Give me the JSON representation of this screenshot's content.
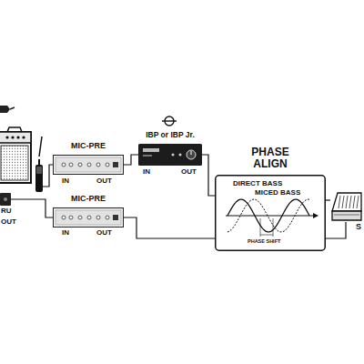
{
  "diagram": {
    "nodes": [
      {
        "text": [
          "RU",
          "OUT"
        ]
      },
      {
        "text": [
          "MIC-PRE",
          "IN",
          "OUT"
        ]
      },
      {
        "text": [
          "IBP or IBP Jr.",
          "IN",
          "OUT"
        ]
      },
      {
        "text": [
          "MIC-PRE",
          "IN",
          "OUT"
        ]
      },
      {
        "text": [
          "PHASE ALIGN",
          "DIRECT BASS",
          "MICED BASS",
          "PHASE SHIFT"
        ]
      },
      {
        "text": [
          "S"
        ]
      }
    ],
    "edges": [
      {
        "from": 0,
        "to": 3,
        "arrow": "none"
      },
      {
        "from": 1,
        "to": 2,
        "arrow": "none"
      },
      {
        "from": 2,
        "to": 4,
        "arrow": "none"
      },
      {
        "from": 3,
        "to": 4,
        "arrow": "none"
      },
      {
        "from": 4,
        "to": 5,
        "arrow": "none"
      },
      {
        "from": 4,
        "to": 5,
        "arrow": "none"
      }
    ]
  }
}
